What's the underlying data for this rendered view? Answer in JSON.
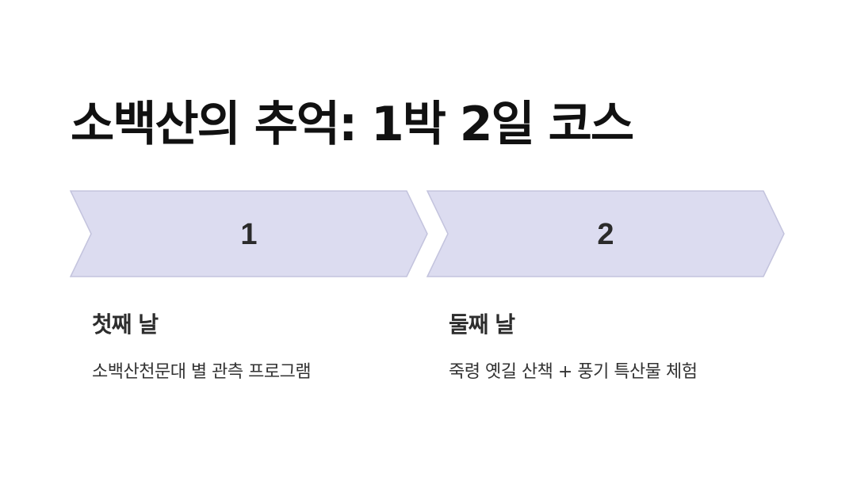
{
  "title": "소백산의 추억: 1박 2일 코스",
  "colors": {
    "chevron_fill": "#dcdcf0",
    "chevron_stroke": "#c3c3dd",
    "text_primary": "#111111"
  },
  "steps": [
    {
      "number": "1",
      "title": "첫째 날",
      "description": "소백산천문대 별 관측 프로그램"
    },
    {
      "number": "2",
      "title": "둘째 날",
      "description": "죽령 옛길 산책 + 풍기 특산물 체험"
    }
  ]
}
